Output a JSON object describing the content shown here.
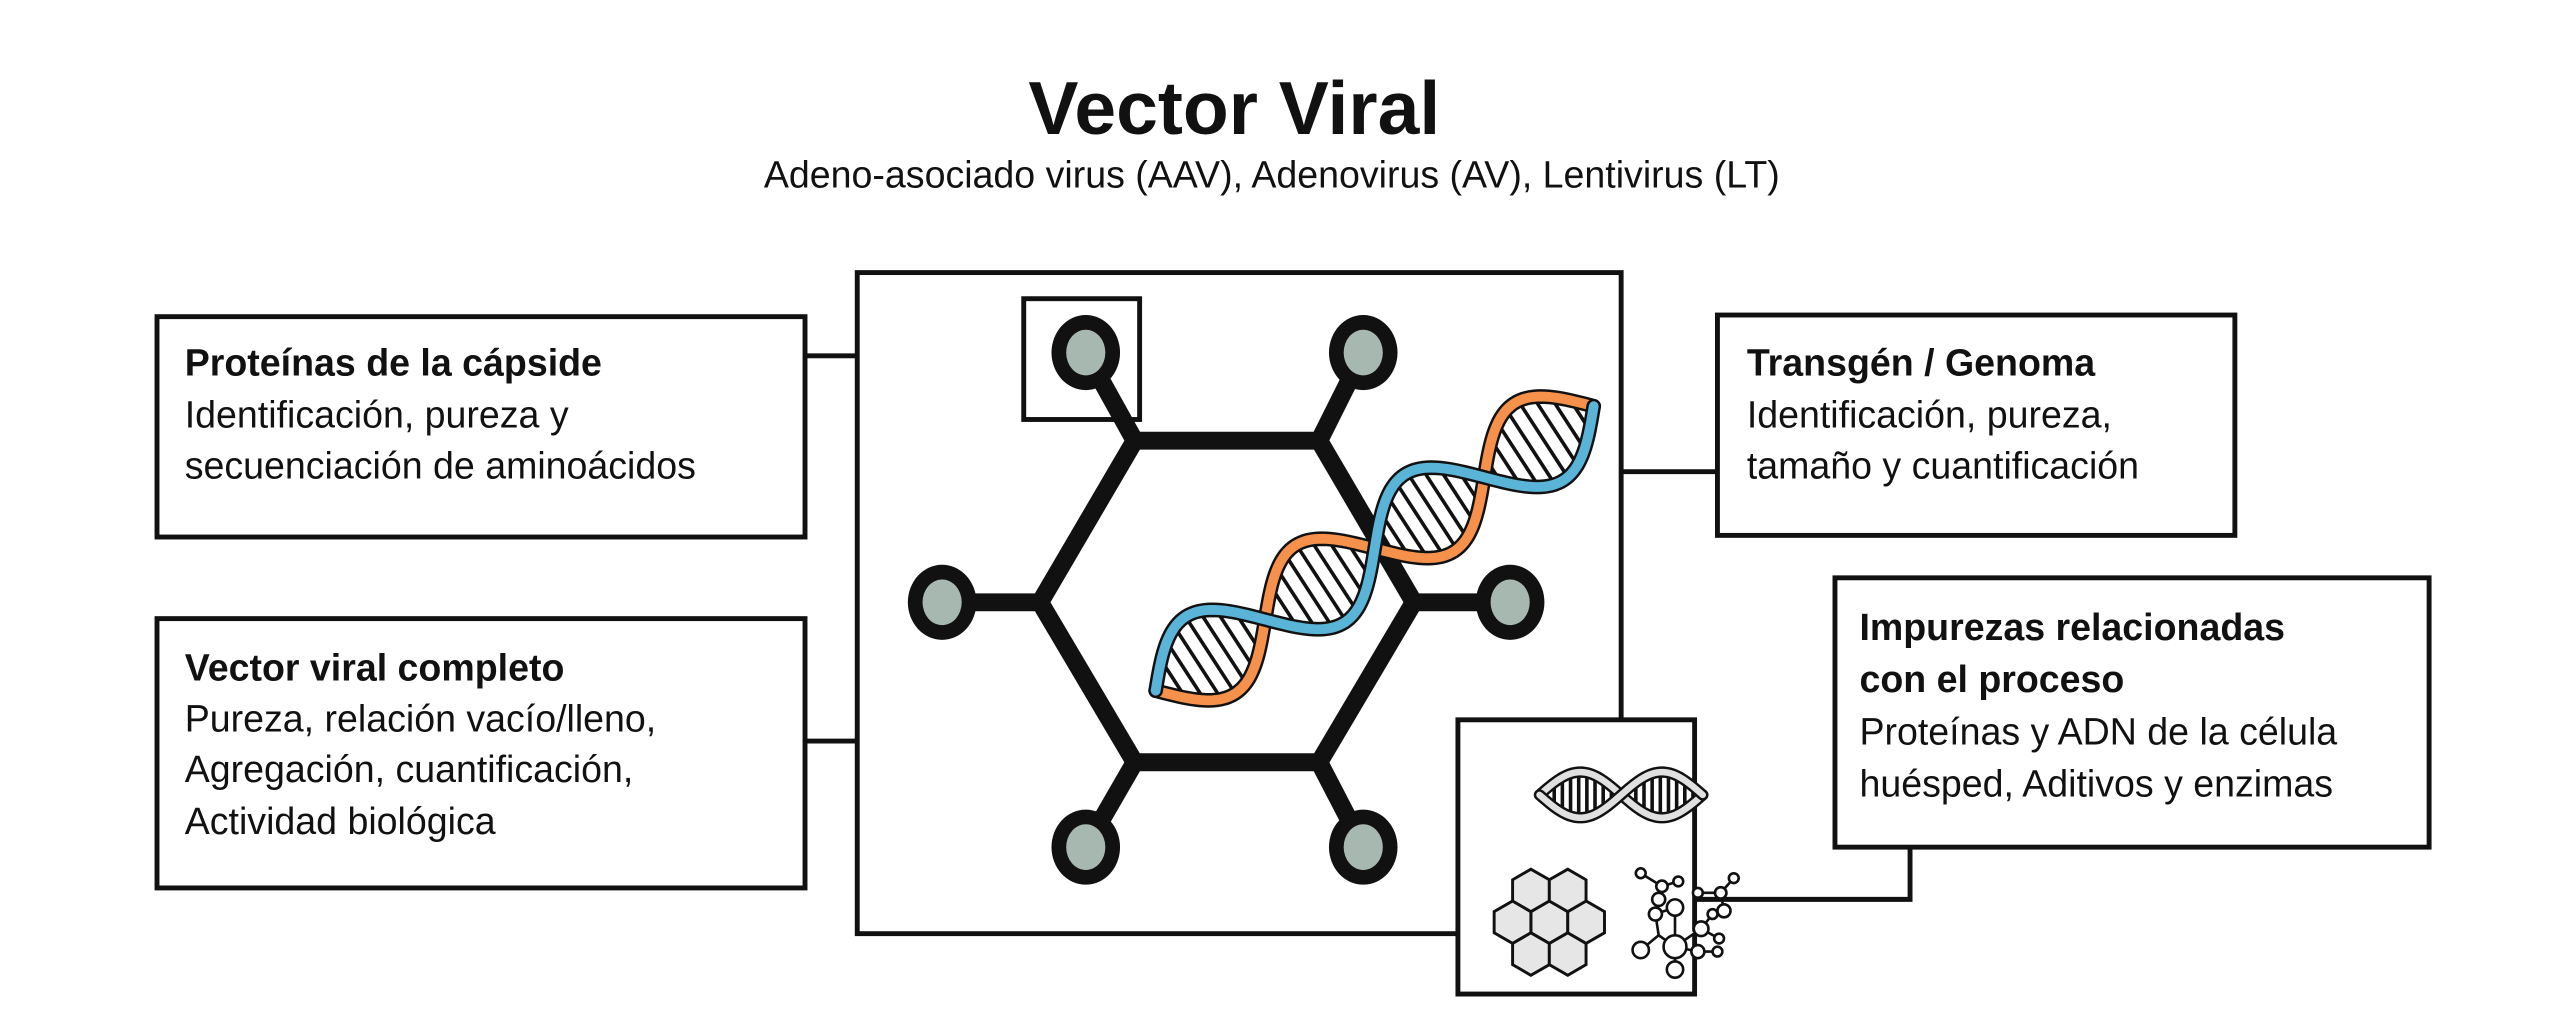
{
  "title": "Vector Viral",
  "subtitle": "Adeno-asociado virus (AAV), Adenovirus (AV), Lentivirus (LT)",
  "boxes": {
    "capsid": {
      "heading": "Proteínas de la cápside",
      "lines": [
        "Identificación, pureza y",
        "secuenciación de aminoácidos"
      ]
    },
    "full_vector": {
      "heading": "Vector viral completo",
      "lines": [
        "Pureza, relación vacío/lleno,",
        "Agregación, cuantificación,",
        "Actividad biológica"
      ]
    },
    "transgene": {
      "heading": "Transgén / Genoma",
      "lines": [
        "Identificación, pureza,",
        "tamaño y cuantificación"
      ]
    },
    "impurities": {
      "heading_lines": [
        "Impurezas relacionadas",
        "con el proceso"
      ],
      "lines": [
        "Proteínas y ADN de la célula",
        "huésped, Aditivos y enzimas"
      ]
    }
  },
  "icons": [
    "virus-capsid-hexagon-icon",
    "dna-helix-icon",
    "grey-dna-icon",
    "protein-hexagon-cluster-icon",
    "molecule-network-icon"
  ],
  "colors": {
    "strand_orange": "#f5914a",
    "strand_blue": "#5ab4d8",
    "node_fill": "#a7b8b0",
    "line": "#111111"
  }
}
